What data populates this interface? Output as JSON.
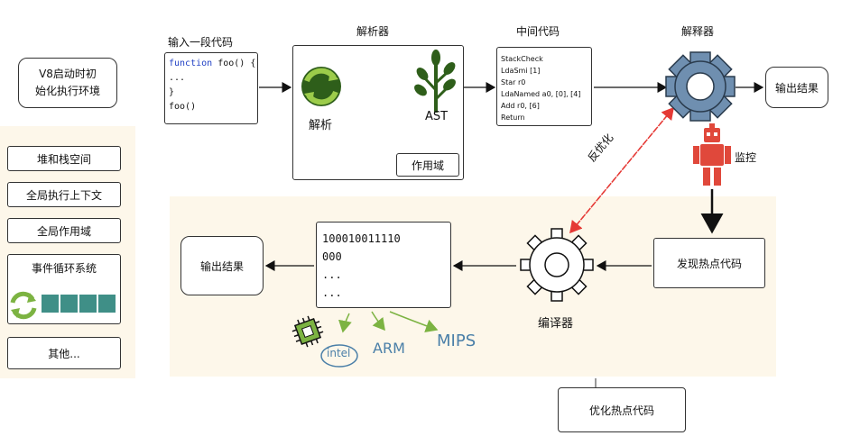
{
  "colors": {
    "panel_bg": "#fdf7ea",
    "gear_blue": "#6f8fb0",
    "robot_red": "#e0483b",
    "green": "#7cb342",
    "teal": "#3f8f87",
    "dashed_red": "#e53935",
    "keyword_blue": "#1f3fc4"
  },
  "left": {
    "bubble": "V8启动时初始化执行环境",
    "bubble_line1": "V8启动时初",
    "bubble_line2": "始化执行环境",
    "heap": "堆和栈空间",
    "global_ctx": "全局执行上下文",
    "global_scope": "全局作用域",
    "event_loop": "事件循环系统",
    "other": "其他..."
  },
  "source": {
    "title": "输入一段代码",
    "line1_kw": "function",
    "line1_rest": " foo() {",
    "line2": "...",
    "line3": "}",
    "line4": "foo()"
  },
  "parser": {
    "title": "解析器",
    "parse_label": "解析",
    "ast_label": "AST",
    "scope_label": "作用域"
  },
  "bytecode": {
    "title": "中间代码",
    "lines": [
      "StackCheck",
      "LdaSmi [1]",
      "Star r0",
      "LdaNamed a0, [0], [4]",
      "Add r0, [6]",
      "Return"
    ]
  },
  "interpreter": {
    "title": "解释器",
    "output": "输出结果",
    "monitor": "监控",
    "deopt": "反优化"
  },
  "compiler": {
    "hot_code": "发现热点代码",
    "label": "编译器",
    "machine_lines": [
      "100010011110",
      "000",
      "...",
      "..."
    ],
    "output": "输出结果",
    "optimize": "优化热点代码",
    "arch": [
      "intel",
      "ARM",
      "MIPS"
    ]
  }
}
